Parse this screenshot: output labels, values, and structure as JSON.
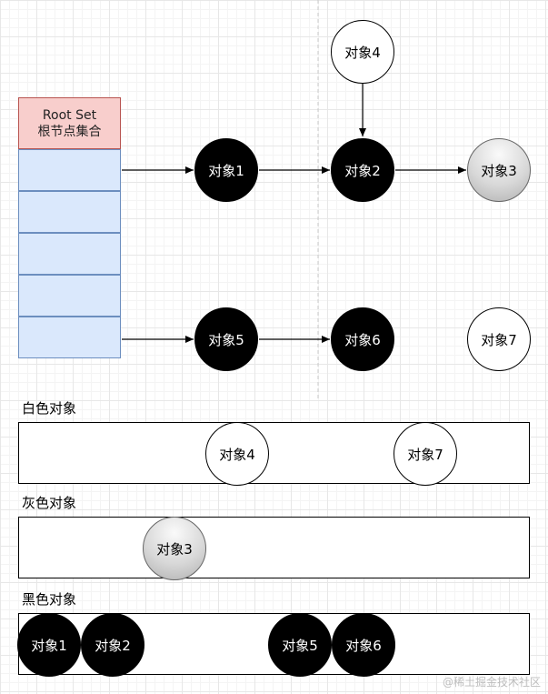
{
  "root_set": {
    "title_en": "Root Set",
    "title_zh": "根节点集合",
    "slot_count": 5
  },
  "graph": {
    "nodes": [
      {
        "id": "obj1",
        "label": "对象1",
        "color": "black"
      },
      {
        "id": "obj2",
        "label": "对象2",
        "color": "black"
      },
      {
        "id": "obj3",
        "label": "对象3",
        "color": "gray"
      },
      {
        "id": "obj4",
        "label": "对象4",
        "color": "white"
      },
      {
        "id": "obj5",
        "label": "对象5",
        "color": "black"
      },
      {
        "id": "obj6",
        "label": "对象6",
        "color": "black"
      },
      {
        "id": "obj7",
        "label": "对象7",
        "color": "white"
      }
    ],
    "edges": [
      {
        "from": "root-slot-1",
        "to": "obj1"
      },
      {
        "from": "obj1",
        "to": "obj2"
      },
      {
        "from": "obj2",
        "to": "obj3"
      },
      {
        "from": "obj4",
        "to": "obj2"
      },
      {
        "from": "root-slot-5",
        "to": "obj5"
      },
      {
        "from": "obj5",
        "to": "obj6"
      }
    ]
  },
  "groups": {
    "white": {
      "label": "白色对象",
      "members": [
        "对象4",
        "对象7"
      ]
    },
    "gray": {
      "label": "灰色对象",
      "members": [
        "对象3"
      ]
    },
    "black": {
      "label": "黑色对象",
      "members": [
        "对象1",
        "对象2",
        "对象5",
        "对象6"
      ]
    }
  },
  "colors": {
    "black_node": "#000000",
    "white_node": "#ffffff",
    "gray_node": "#cccccc",
    "root_header_fill": "#f8cecc",
    "root_slot_fill": "#dae8fc"
  },
  "watermark": "@稀土掘金技术社区"
}
